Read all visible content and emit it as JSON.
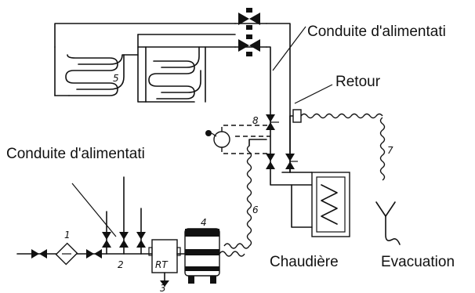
{
  "labels": {
    "supply_line_top": "Conduite d'alimentati",
    "return_line": "Retour",
    "supply_line_left": "Conduite d'alimentati",
    "boiler": "Chaudière",
    "drain": "Evacuation"
  },
  "numbers": {
    "n1": "1",
    "n2": "2",
    "n3": "3",
    "n4": "4",
    "n5": "5",
    "n6": "6",
    "n7": "7",
    "n8": "8"
  }
}
